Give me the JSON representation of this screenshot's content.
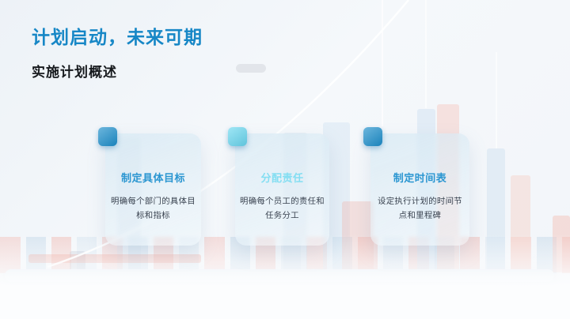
{
  "header": {
    "title": "计划启动，未来可期",
    "subtitle": "实施计划概述"
  },
  "cards": [
    {
      "title": "制定具体目标",
      "description": "明确每个部门的具体目标和指标",
      "accent": "#1e8fcb",
      "title_color": "#2b96d1",
      "icon": "rounded-square-icon"
    },
    {
      "title": "分配责任",
      "description": "明确每个员工的责任和任务分工",
      "accent": "#6cd9f0",
      "title_color": "#84def2",
      "icon": "rounded-square-icon"
    },
    {
      "title": "制定时间表",
      "description": "设定执行计划的时间节点和里程碑",
      "accent": "#1e8fcb",
      "title_color": "#2b96d1",
      "icon": "rounded-square-icon"
    }
  ],
  "colors": {
    "title_blue": "#1787c6",
    "subtitle_dark": "#16191d",
    "soft_red_bar": "#f6cfc8",
    "soft_blue_bar": "#cfe2f2"
  }
}
